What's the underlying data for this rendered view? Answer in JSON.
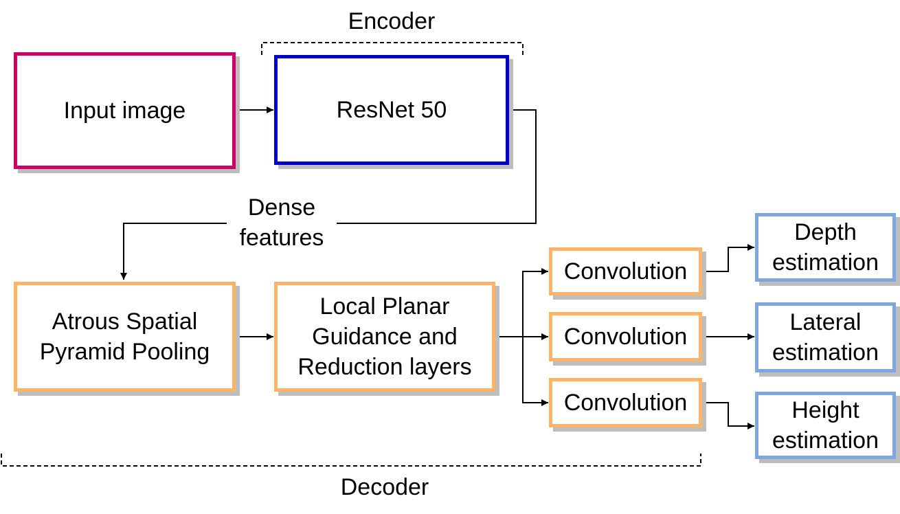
{
  "groups": {
    "encoder_label": "Encoder",
    "decoder_label": "Decoder"
  },
  "nodes": {
    "input": "Input image",
    "resnet": "ResNet 50",
    "aspp": "Atrous Spatial\nPyramid Pooling",
    "lpg": "Local Planar\nGuidance and\nReduction layers",
    "conv1": "Convolution",
    "conv2": "Convolution",
    "conv3": "Convolution",
    "depth": "Depth\nestimation",
    "lateral": "Lateral\nestimation",
    "height": "Height\nestimation"
  },
  "edges": {
    "dense_features": "Dense\nfeatures"
  },
  "colors": {
    "input_border": "#cc0066",
    "resnet_border": "#0000cc",
    "decoder_border": "#ffb366",
    "output_border": "#7ea6e0",
    "line": "#000000"
  }
}
